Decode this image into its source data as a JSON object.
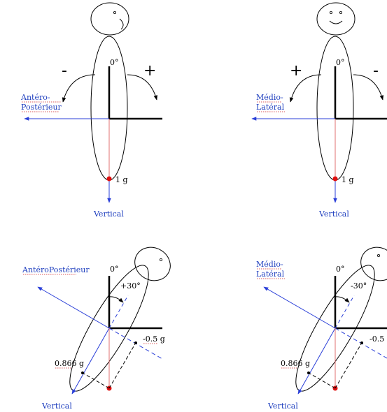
{
  "colors": {
    "axis": "#000000",
    "vector": "#2a3fd8",
    "gravity": "#e07070",
    "point": "#e01010"
  },
  "panels": {
    "top_left": {
      "axis_label_1": "Antéro-",
      "axis_label_2": "Postérieur",
      "angle": "0°",
      "minus": "-",
      "plus": "+",
      "g": "1 g",
      "vertical": "Vertical"
    },
    "top_right": {
      "axis_label_1": "Médio-",
      "axis_label_2": "Latéral",
      "angle": "0°",
      "plus": "+",
      "minus": "-",
      "g": "1 g",
      "vertical": "Vertical"
    },
    "bottom_left": {
      "axis_label": "AntéroPostérieur",
      "angle": "0°",
      "tilt": "+30°",
      "neg": "-0.5 g",
      "cos": "0.866 g",
      "vertical": "Vertical"
    },
    "bottom_right": {
      "axis_label_1": "Médio-",
      "axis_label_2": "Latéral",
      "angle": "0°",
      "tilt": "-30°",
      "neg": "-0.5",
      "cos": "0.866 g",
      "vertical": "Vertical"
    }
  }
}
